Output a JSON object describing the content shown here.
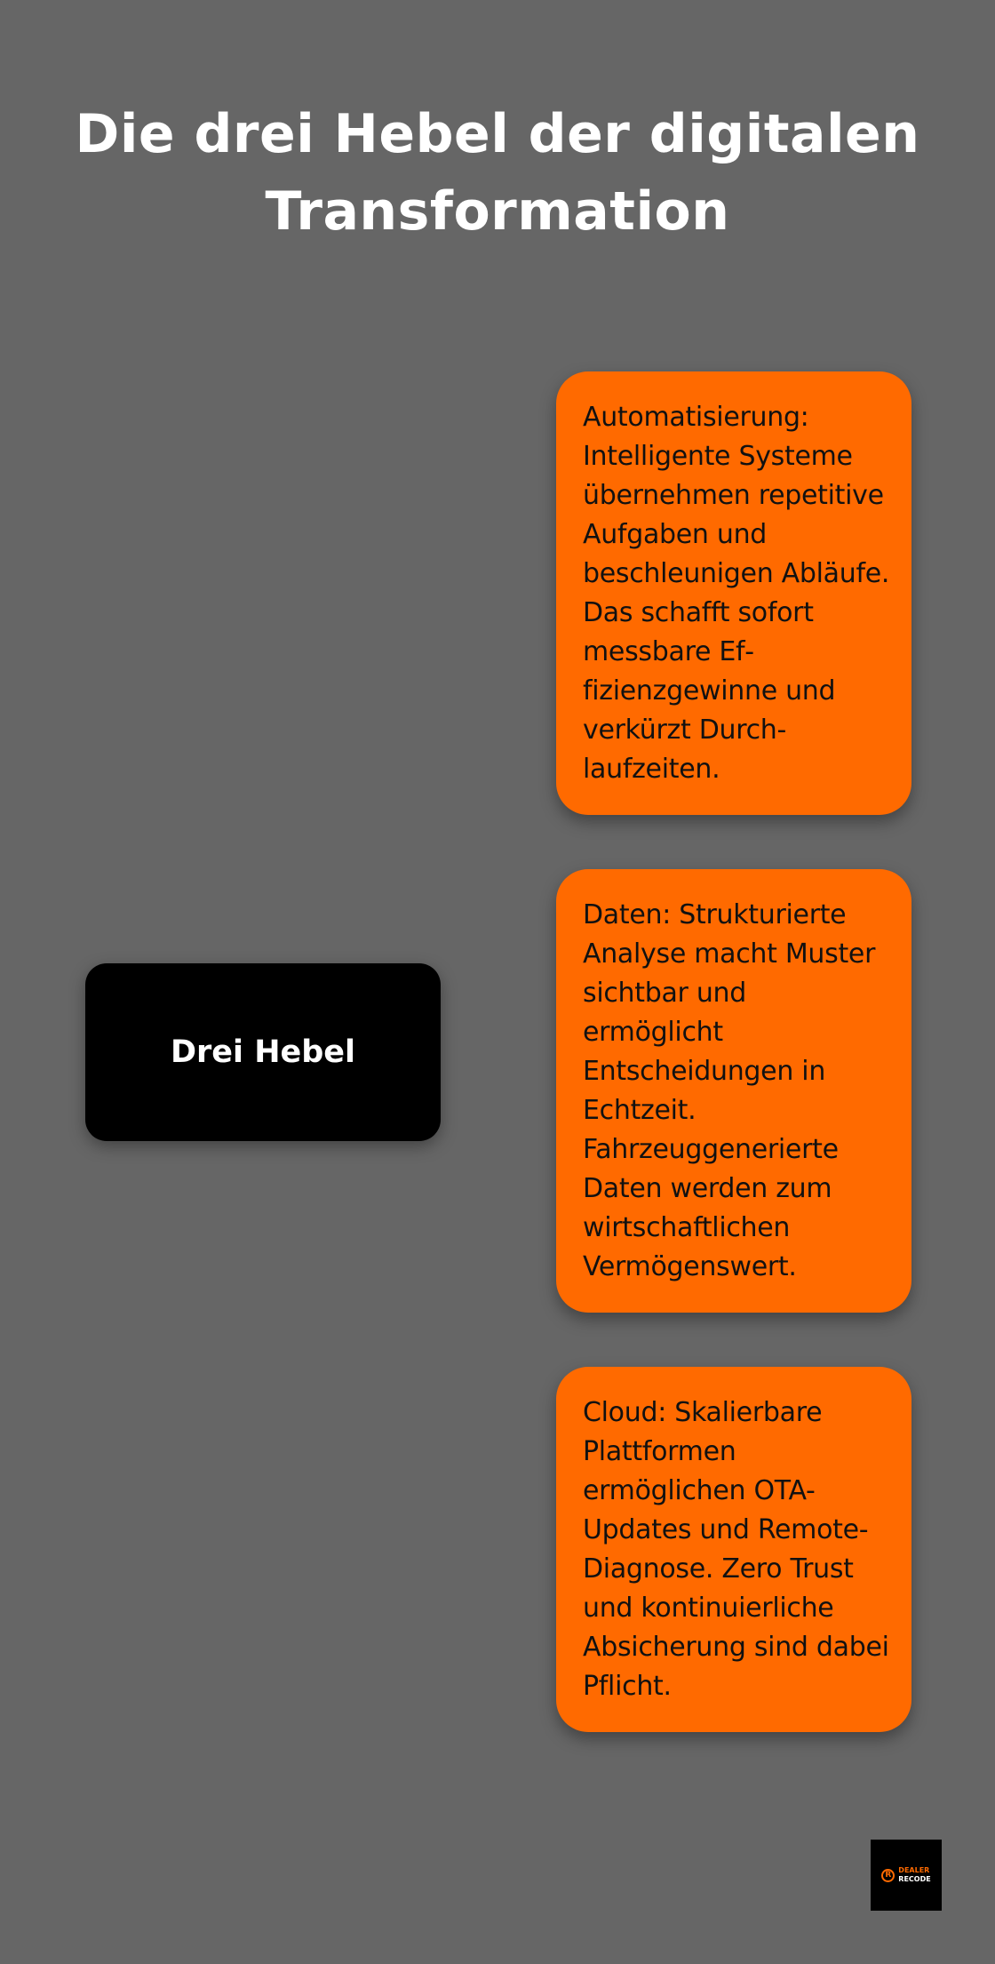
{
  "title": "Die drei Hebel der digitalen Transformation",
  "hub": {
    "label": "Drei Hebel"
  },
  "levers": [
    {
      "text": "Automatisierung: Intelligente Systeme übernehmen repetitive Aufgaben und beschleunigen Abläufe. Das schafft sofort messbare Ef­fizienzgewinne und verkürzt Durch­laufzeiten."
    },
    {
      "text": "Daten: Strukturierte Analyse macht Muster sichtbar und ermöglicht Entscheidungen in Echtzeit. Fahrzeuggenerierte Daten werden zum wirtschaftlichen Vermögenswert."
    },
    {
      "text": "Cloud: Skalierbare Plattformen ermöglichen OTA-Updates und Remote-Diagnose. Zero Trust und kontinuierliche Absicherung sind dabei Pflicht."
    }
  ],
  "logo": {
    "mark": "R",
    "line1": "DEALER",
    "line2": "RECODE"
  },
  "colors": {
    "background": "#666666",
    "card": "#ff6a00",
    "hub": "#000000",
    "title": "#ffffff"
  }
}
